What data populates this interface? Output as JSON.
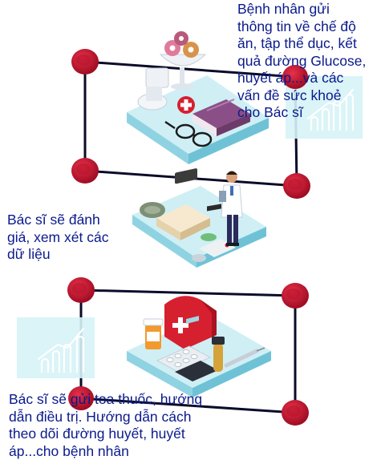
{
  "steps": [
    {
      "id": "patient-sends-info",
      "lines": [
        "Bệnh nhân gửi",
        "thông tin về chế độ",
        "ăn, tập thể dục, kết",
        "quả đường Glucose,",
        "huyết áp...và các",
        "vấn đề sức khoẻ",
        "cho Bác sĩ"
      ]
    },
    {
      "id": "doctor-reviews",
      "lines": [
        "Bác sĩ sẽ đánh",
        "giá, xem xét các",
        "dữ liệu"
      ]
    },
    {
      "id": "doctor-prescribes",
      "lines": [
        "Bác sĩ sẽ gửi toa thuốc, hướng",
        "dẫn điều trị. Hướng dẫn cách",
        "theo dõi đường huyết, huyết",
        "áp...cho bệnh nhân"
      ]
    }
  ],
  "colors": {
    "text": "#0a1a8c",
    "node": "#c8102e",
    "line": "#0b0b2a",
    "platform_top": "#cfeff5",
    "platform_side": "#8fd3e2",
    "chart_panel": "#d6f3f7"
  }
}
